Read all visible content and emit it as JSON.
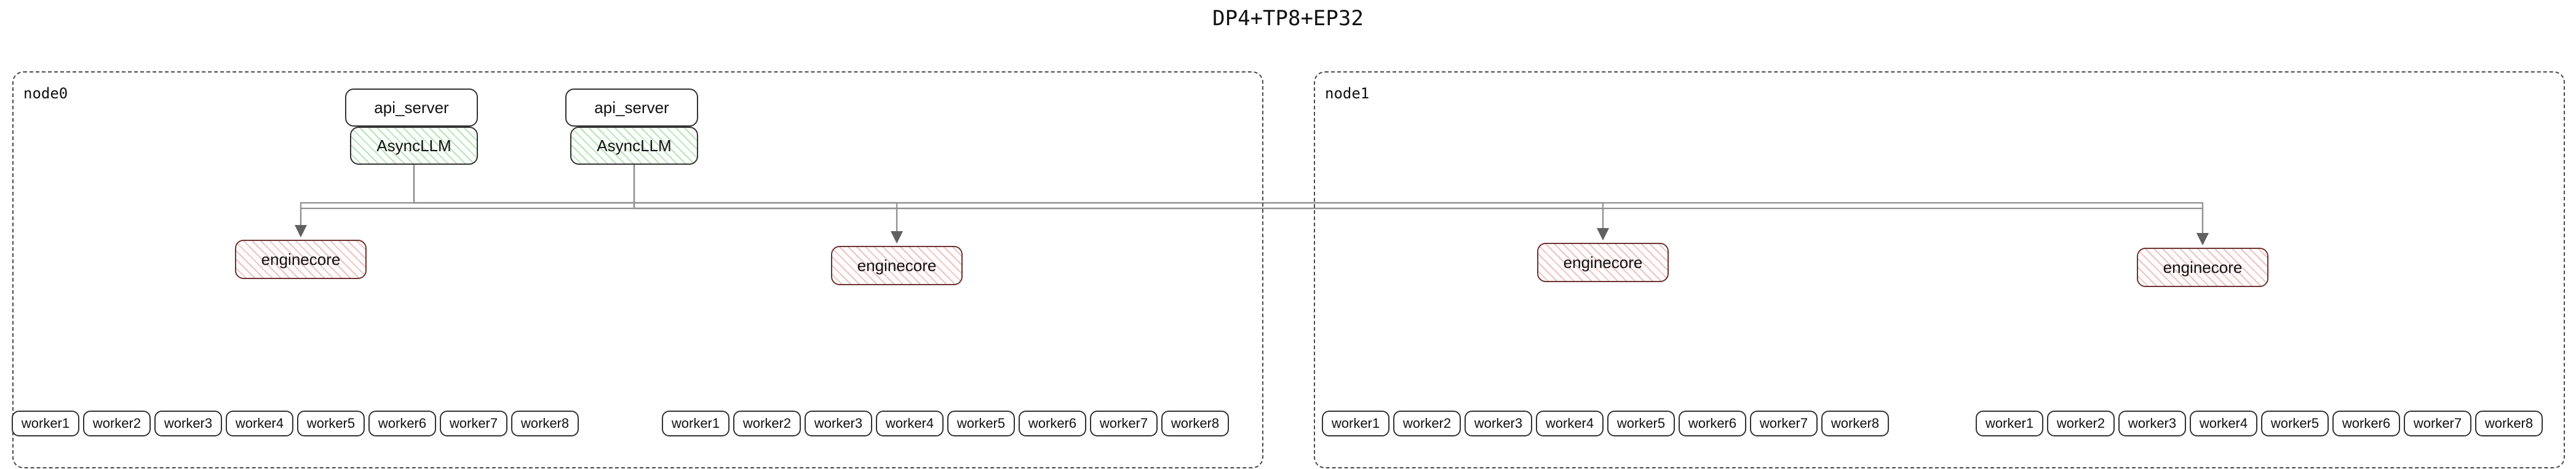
{
  "title": "DP4+TP8+EP32",
  "colors": {
    "asyncllm_hatch": "#b9e2b9",
    "enginecore_hatch": "#ecc3c3",
    "enginecore_border": "#6e3434",
    "edge": "#909090"
  },
  "node0": {
    "label": "node0",
    "api_server1": "api_server",
    "api_server2": "api_server",
    "asyncllm1": "AsyncLLM",
    "asyncllm2": "AsyncLLM",
    "enginecore1": "enginecore",
    "enginecore2": "enginecore",
    "workers_a": [
      "worker1",
      "worker2",
      "worker3",
      "worker4",
      "worker5",
      "worker6",
      "worker7",
      "worker8"
    ],
    "workers_b": [
      "worker1",
      "worker2",
      "worker3",
      "worker4",
      "worker5",
      "worker6",
      "worker7",
      "worker8"
    ]
  },
  "node1": {
    "label": "node1",
    "enginecore1": "enginecore",
    "enginecore2": "enginecore",
    "workers_a": [
      "worker1",
      "worker2",
      "worker3",
      "worker4",
      "worker5",
      "worker6",
      "worker7",
      "worker8"
    ],
    "workers_b": [
      "worker1",
      "worker2",
      "worker3",
      "worker4",
      "worker5",
      "worker6",
      "worker7",
      "worker8"
    ]
  }
}
